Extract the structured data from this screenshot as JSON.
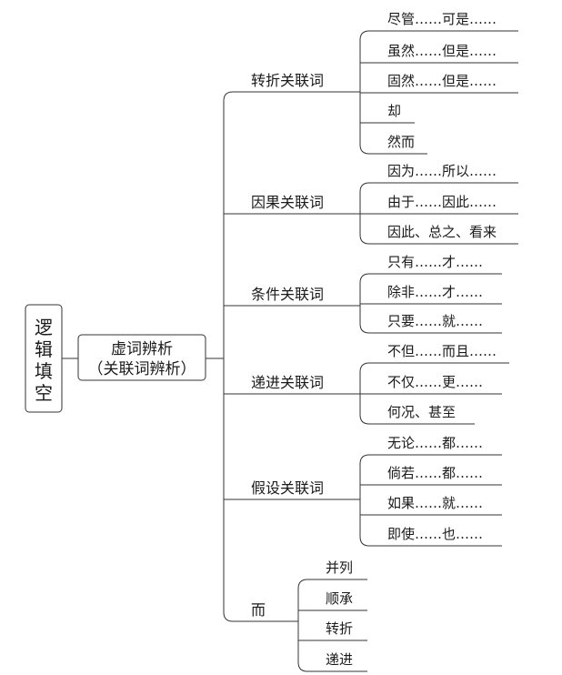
{
  "root": {
    "chars": [
      "逻",
      "辑",
      "填",
      "空"
    ]
  },
  "main_node": {
    "line1": "虚词辨析",
    "line2": "（关联词辨析）"
  },
  "branches": [
    {
      "label": "转折关联词",
      "items": [
        "尽管……可是……",
        "虽然……但是……",
        "固然……但是……",
        "却",
        "然而"
      ]
    },
    {
      "label": "因果关联词",
      "items": [
        "因为……所以……",
        "由于……因此……",
        "因此、总之、看来"
      ]
    },
    {
      "label": "条件关联词",
      "items": [
        "只有……才……",
        "除非……才……",
        "只要……就……"
      ]
    },
    {
      "label": "递进关联词",
      "items": [
        "不但……而且……",
        "不仅……更……",
        "何况、甚至"
      ]
    },
    {
      "label": "假设关联词",
      "items": [
        "无论……都……",
        "倘若……都……",
        "如果……就……",
        "即使……也……"
      ]
    },
    {
      "label": "而",
      "items": [
        "并列",
        "顺承",
        "转折",
        "递进"
      ]
    }
  ],
  "colors": {
    "line": "#333333",
    "text": "#1a1a1a",
    "background": "#ffffff"
  }
}
